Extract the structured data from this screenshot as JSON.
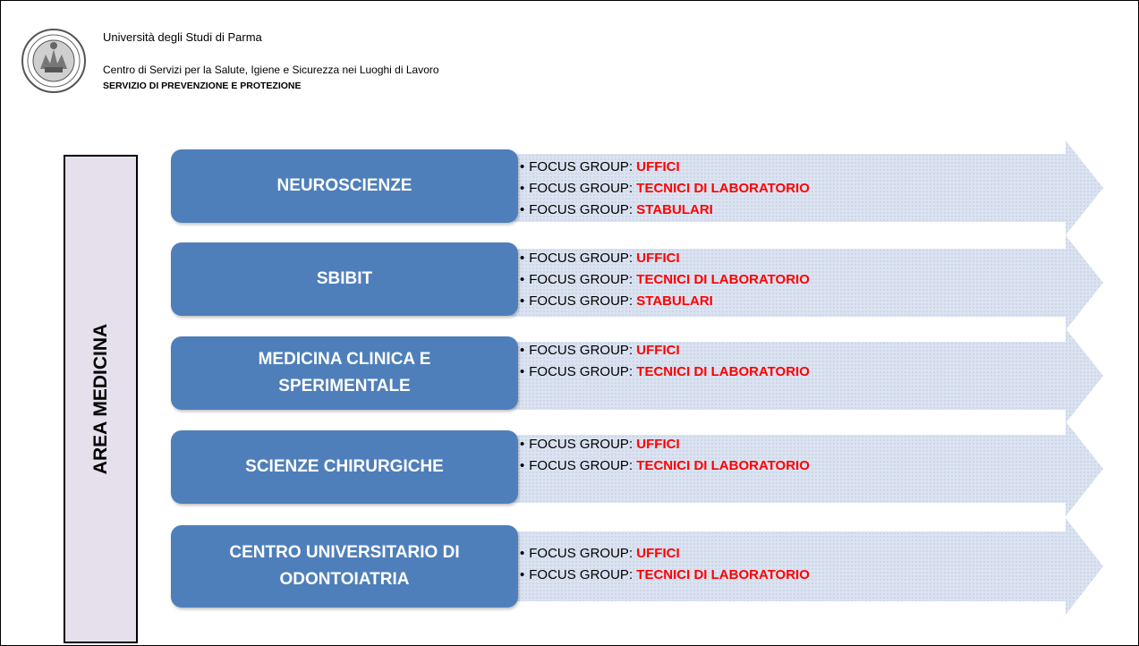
{
  "header": {
    "university": "Università degli Studi di Parma",
    "center": "Centro di Servizi per la Salute, Igiene e Sicurezza nei Luoghi di Lavoro",
    "service": "SERVIZIO DI PREVENZIONE E PROTEZIONE"
  },
  "area": {
    "label": "AREA MEDICINA"
  },
  "colors": {
    "dept_box": "#4f7fba",
    "arrow_fill": "#dbe3f1",
    "area_box": "#e6e0ec",
    "highlight": "#ff0000"
  },
  "departments": [
    {
      "name": "NEUROSCIENZE",
      "items": [
        {
          "prefix": "FOCUS GROUP: ",
          "value": "UFFICI"
        },
        {
          "prefix": "FOCUS GROUP: ",
          "value": "TECNICI DI LABORATORIO"
        },
        {
          "prefix": "FOCUS GROUP: ",
          "value": "STABULARI"
        }
      ]
    },
    {
      "name": "SBIBIT",
      "items": [
        {
          "prefix": "FOCUS GROUP: ",
          "value": "UFFICI"
        },
        {
          "prefix": "FOCUS GROUP: ",
          "value": "TECNICI DI LABORATORIO"
        },
        {
          "prefix": "FOCUS GROUP: ",
          "value": "STABULARI"
        }
      ]
    },
    {
      "name": "MEDICINA CLINICA E SPERIMENTALE",
      "items": [
        {
          "prefix": "FOCUS GROUP: ",
          "value": "UFFICI"
        },
        {
          "prefix": "FOCUS GROUP: ",
          "value": "TECNICI DI LABORATORIO"
        }
      ]
    },
    {
      "name": "SCIENZE CHIRURGICHE",
      "items": [
        {
          "prefix": "FOCUS GROUP: ",
          "value": "UFFICI"
        },
        {
          "prefix": "FOCUS GROUP: ",
          "value": "TECNICI DI LABORATORIO"
        }
      ]
    },
    {
      "name": "CENTRO UNIVERSITARIO DI ODONTOIATRIA",
      "items": [
        {
          "prefix": "FOCUS GROUP: ",
          "value": "UFFICI"
        },
        {
          "prefix": "FOCUS GROUP: ",
          "value": "TECNICI DI LABORATORIO"
        }
      ]
    }
  ]
}
